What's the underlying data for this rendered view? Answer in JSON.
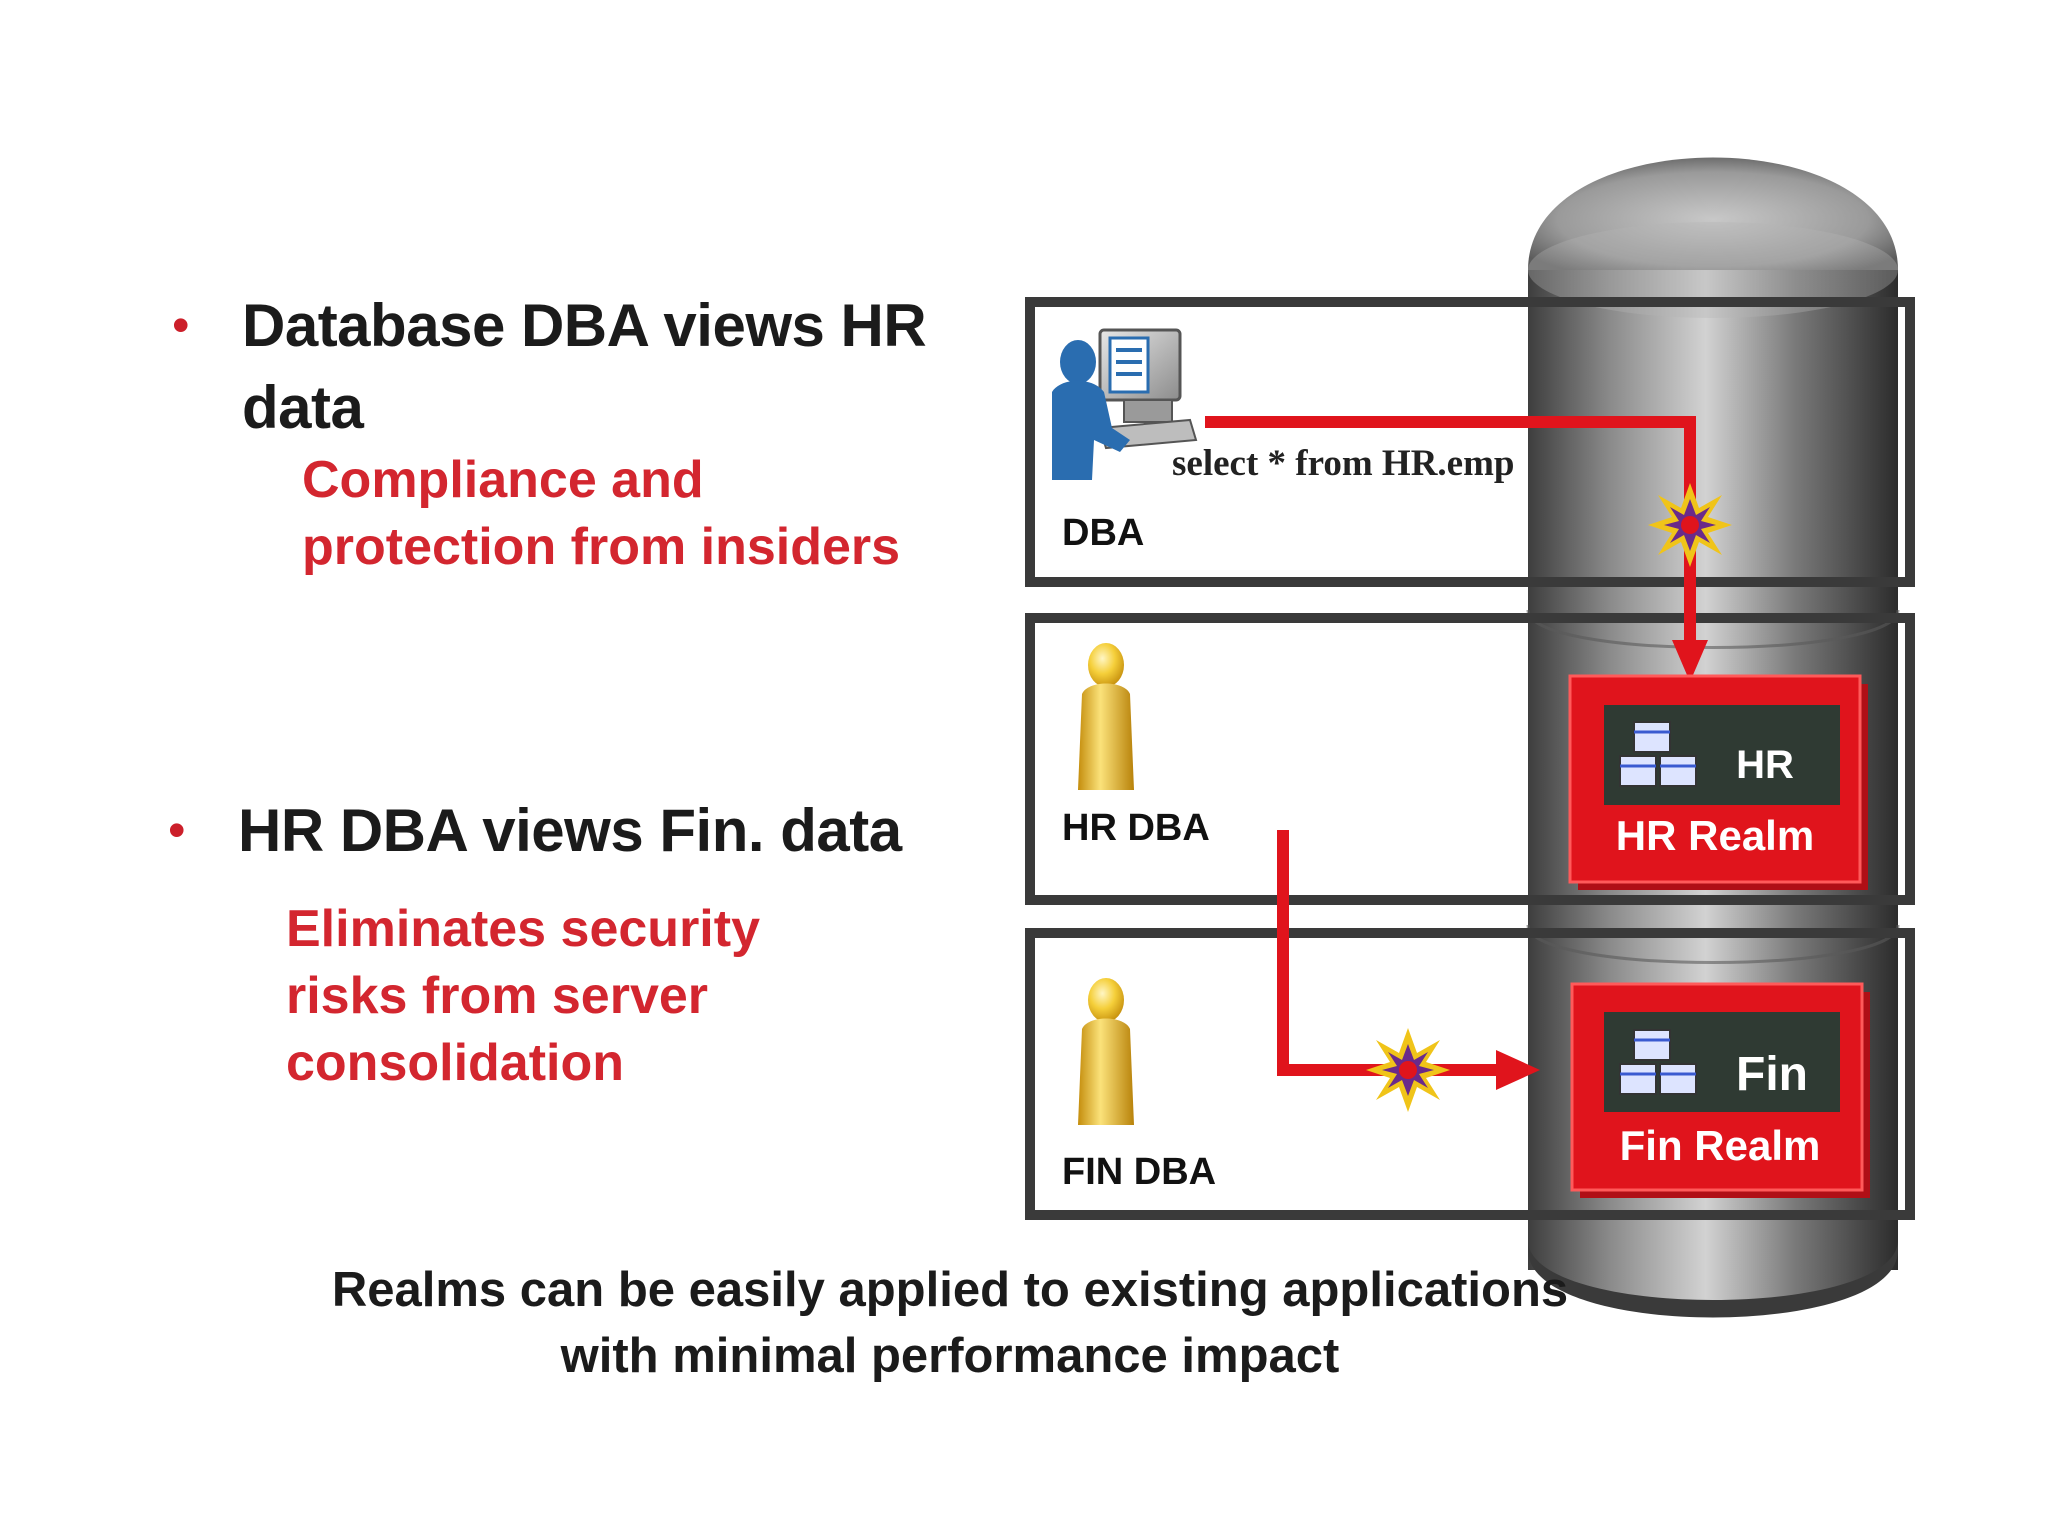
{
  "bullets": [
    {
      "heading_line1": "Database DBA views HR",
      "heading_line2": "data",
      "sub_line1": "Compliance and",
      "sub_line2": "protection from insiders"
    },
    {
      "heading_line1": "HR DBA views Fin. data",
      "sub_line1": "Eliminates security",
      "sub_line2": "risks from server",
      "sub_line3": "consolidation"
    }
  ],
  "diagram": {
    "rows": [
      {
        "user_label": "DBA",
        "query": "select * from HR.emp"
      },
      {
        "user_label": "HR DBA"
      },
      {
        "user_label": "FIN DBA"
      }
    ],
    "realms": [
      {
        "tag": "HR",
        "label": "HR Realm"
      },
      {
        "tag": "Fin",
        "label": "Fin Realm"
      }
    ],
    "colors": {
      "arrow": "#e0141c",
      "realm_fill": "#e0141c",
      "realm_inner": "#2f3a33",
      "box_border": "#3a3a3a",
      "bullet_text": "#d3262f",
      "user_blue": "#2a6db0",
      "user_gold": "#f2c22e"
    }
  },
  "footer": {
    "line1": "Realms can be easily applied to existing applications",
    "line2": "with minimal performance impact"
  }
}
